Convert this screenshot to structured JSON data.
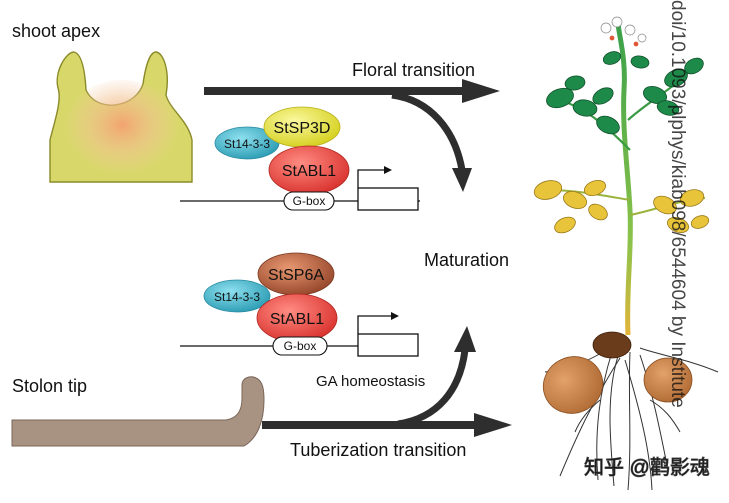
{
  "labels": {
    "shoot_apex": "shoot apex",
    "stolon_tip": "Stolon tip",
    "floral_transition": "Floral transition",
    "maturation": "Maturation",
    "ga_homeostasis": "GA homeostasis",
    "tuberization_transition": "Tuberization transition"
  },
  "complex_top": {
    "st1433": "St14-3-3",
    "stsp": "StSP3D",
    "stabl1": "StABL1",
    "gbox": "G-box"
  },
  "complex_bottom": {
    "st1433": "St14-3-3",
    "stsp": "StSP6A",
    "stabl1": "StABL1",
    "gbox": "G-box"
  },
  "watermark": {
    "vertical": "doi/10.1093/plphys/kiab098/6544604 by Institute",
    "bottom": "知乎 @鹳影魂"
  },
  "colors": {
    "apex_fill": "#d8d86a",
    "stsp3d": "#e6e040",
    "stabl1": "#e8504a",
    "st1433": "#4bb4c8",
    "stsp6a": "#b0603a",
    "stolon": "#a89282",
    "arrow": "#2e2e2e",
    "tuber": "#c8854a"
  }
}
